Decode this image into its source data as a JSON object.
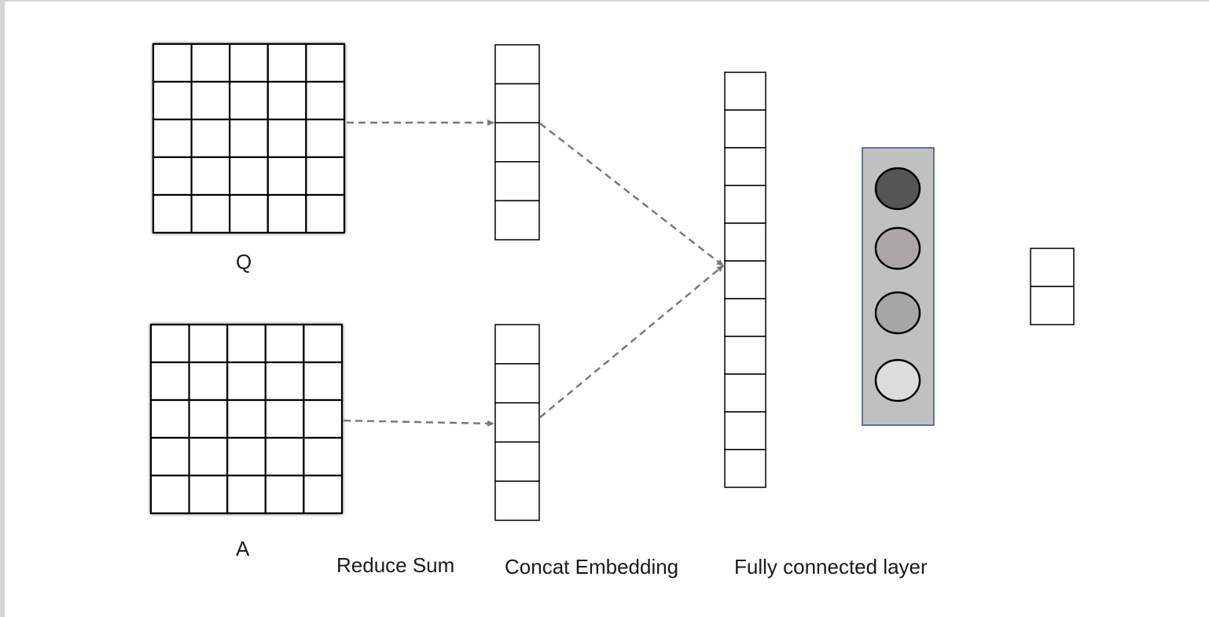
{
  "labels": {
    "q": "Q",
    "a": "A",
    "reduce_sum": "Reduce Sum",
    "concat_embedding": "Concat Embedding",
    "fully_connected": "Fully connected layer"
  },
  "matrices": {
    "rows": 5,
    "cols": 5
  },
  "vectors": {
    "q_cells": 5,
    "a_cells": 5,
    "concat_cells": 11,
    "output_cells": 2
  },
  "fc_neurons": {
    "count": 4,
    "fills": [
      "#555555",
      "#aba7a7",
      "#a6a6a6",
      "#dcdcdc"
    ],
    "panel_fill": "#c0c0c0",
    "panel_border": "#3b4f8a"
  },
  "colors": {
    "arrow": "#7a7a7a",
    "grid_stroke": "#000000"
  }
}
